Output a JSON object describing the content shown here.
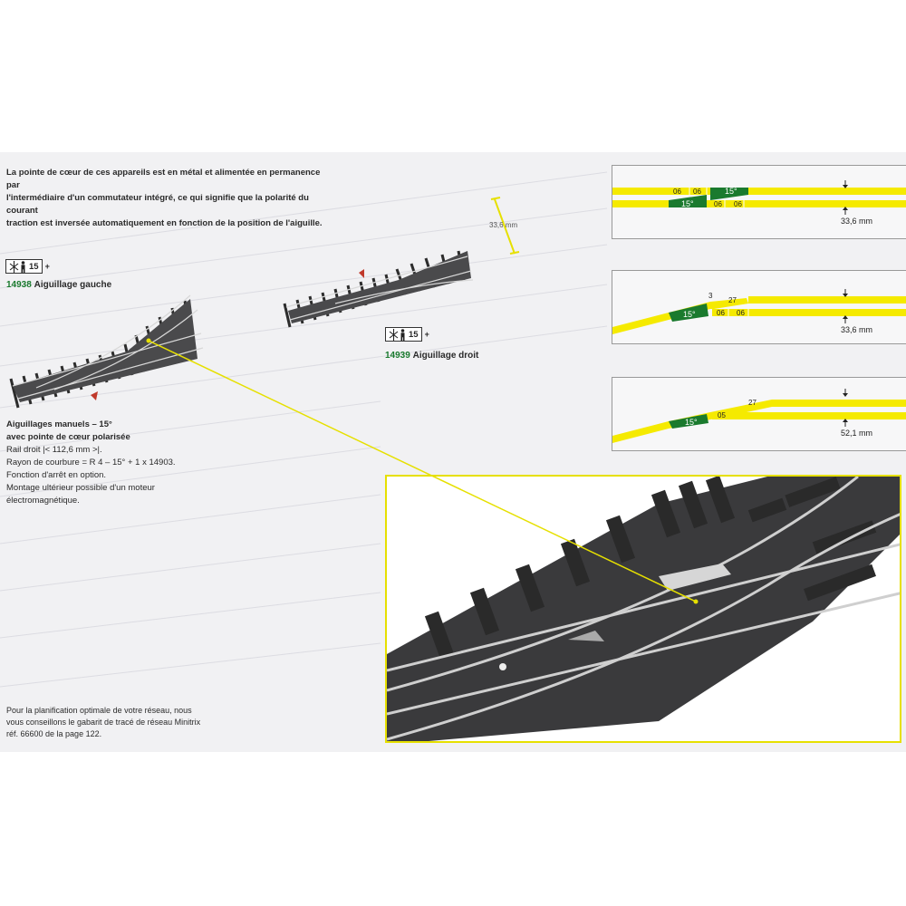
{
  "intro": {
    "lines": [
      "La pointe de cœur de ces appareils est en métal et alimentée en permanence par",
      "l'intermédiaire d'un commutateur intégré, ce qui signifie que la polarité du courant",
      "traction est inversée automatiquement en fonction de la position de l'aiguille."
    ]
  },
  "left_turnout": {
    "tag_number": "15",
    "tag_plus": "+",
    "code": "14938",
    "name": "Aiguillage gauche"
  },
  "right_turnout": {
    "tag_number": "15",
    "tag_plus": "+",
    "code": "14939",
    "name": "Aiguillage droit"
  },
  "dimension_label": "33,6 mm",
  "specs": {
    "title_line1": "Aiguillages manuels – 15°",
    "title_line2": "avec pointe de cœur polarisée",
    "lines": [
      "Rail droit |< 112,6 mm >|.",
      "Rayon de courbure = R 4 – 15° + 1 x 14903.",
      "Fonction d'arrêt en option.",
      "Montage ultérieur possible d'un moteur",
      "électromagnétique."
    ]
  },
  "footnote": {
    "lines": [
      "Pour la planification optimale de votre réseau, nous",
      "vous conseillons le gabarit de tracé de réseau Minitrix",
      "réf. 66600 de la page 122."
    ]
  },
  "diagrams": [
    {
      "top_labels": [
        "06",
        "06",
        "15°"
      ],
      "bottom_labels": [
        "15°",
        "06",
        "06"
      ],
      "spacing": "33,6 mm"
    },
    {
      "labels": [
        "3",
        "27",
        "15°",
        "06",
        "06"
      ],
      "spacing": "33,6 mm"
    },
    {
      "labels": [
        "27",
        "05",
        "15°"
      ],
      "spacing": "52,1 mm"
    }
  ],
  "colors": {
    "track_yellow": "#f5ea00",
    "angle_green": "#1a7a2e",
    "panel_grey": "#f1f1f3",
    "photo_border": "#e6e000"
  },
  "icons": [
    "rail-switch-icon",
    "person-icon"
  ]
}
